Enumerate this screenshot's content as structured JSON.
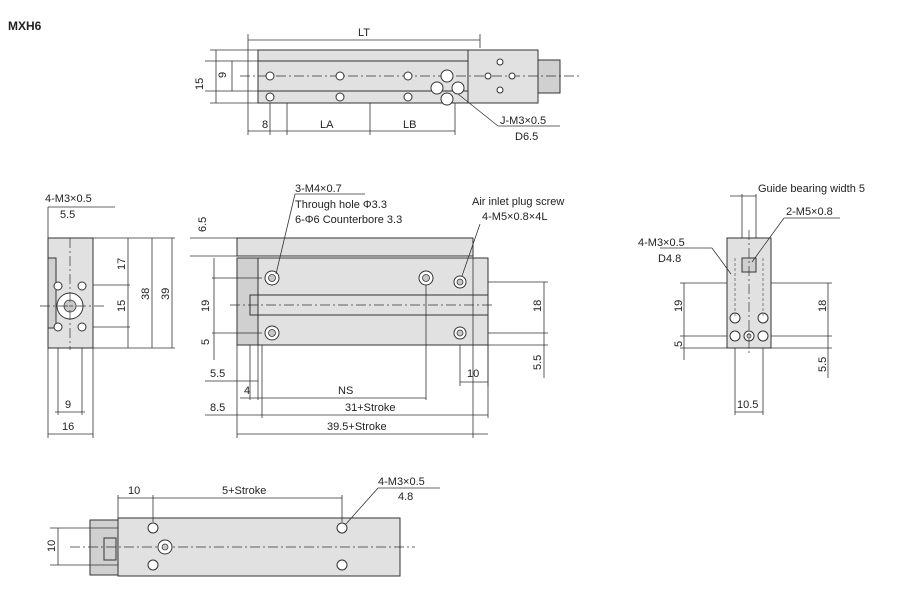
{
  "model": "MXH6",
  "top_view": {
    "LT": "LT",
    "h9": "9",
    "h15": "15",
    "w8": "8",
    "LA": "LA",
    "LB": "LB",
    "j_thread": "J-M3×0.5",
    "j_depth": "D6.5"
  },
  "left_view": {
    "thread": "4-M3×0.5",
    "depth": "5.5",
    "h17": "17",
    "h15": "15",
    "h38": "38",
    "h39": "39",
    "w9": "9",
    "w16": "16"
  },
  "front_view": {
    "callout1": "3-M4×0.7",
    "callout2": "Through hole Φ3.3",
    "callout3": "6-Φ6 Counterbore 3.3",
    "air_label": "Air inlet plug screw",
    "air_thread": "4-M5×0.8×4L",
    "h6_5": "6.5",
    "h19": "19",
    "h5": "5",
    "w5_5": "5.5",
    "w4": "4",
    "NS": "NS",
    "w8_5": "8.5",
    "len31": "31+Stroke",
    "len39_5": "39.5+Stroke",
    "h18": "18",
    "w10": "10",
    "h5_5": "5.5"
  },
  "right_view": {
    "guide": "Guide bearing width 5",
    "thread2": "2-M5×0.8",
    "thread4": "4-M3×0.5",
    "depth4": "D4.8",
    "h19": "19",
    "h5": "5",
    "h18": "18",
    "h5_5": "5.5",
    "w10_5": "10.5"
  },
  "bottom_view": {
    "w10": "10",
    "stroke5": "5+Stroke",
    "thread": "4-M3×0.5",
    "depth": "4.8",
    "h10": "10"
  }
}
